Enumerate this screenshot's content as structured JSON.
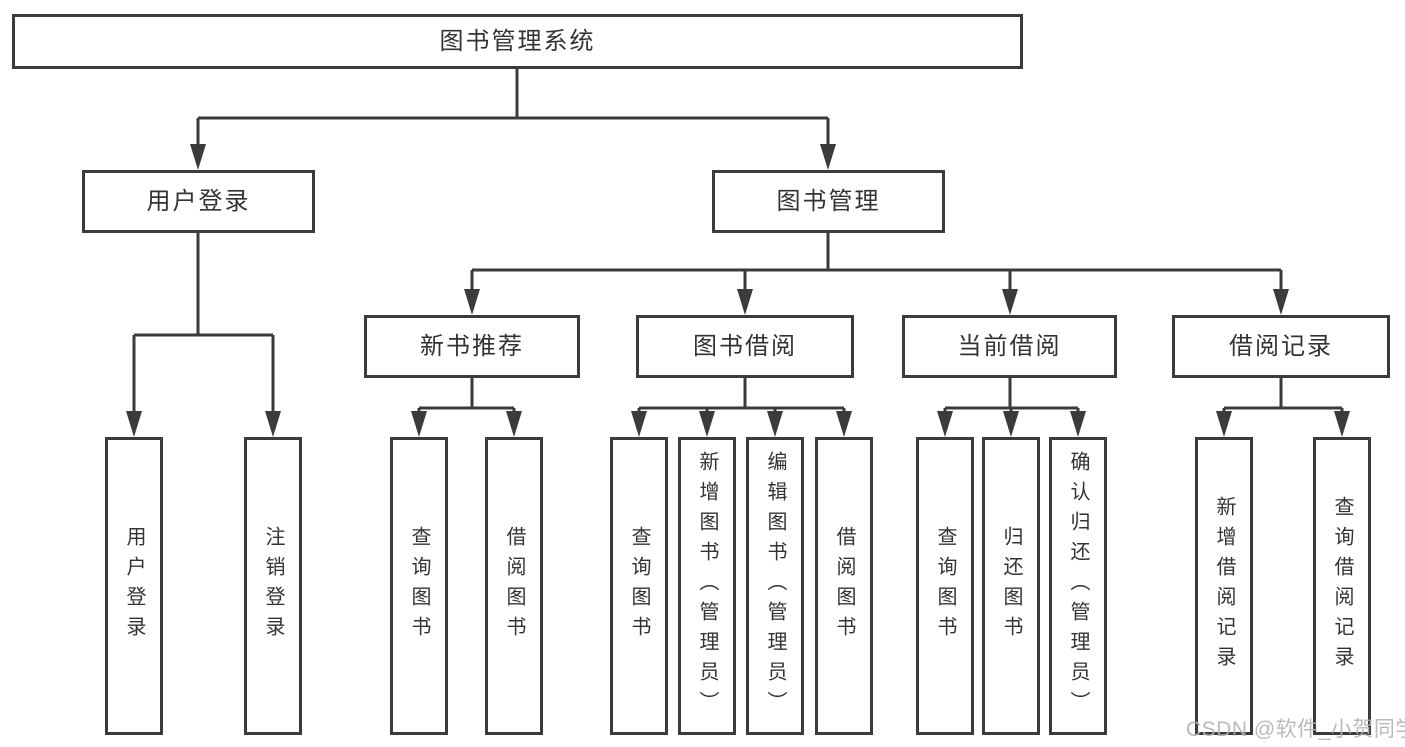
{
  "root": {
    "label": "图书管理系统"
  },
  "level2": [
    {
      "label": "用户登录"
    },
    {
      "label": "图书管理"
    }
  ],
  "level3": [
    {
      "label": "新书推荐"
    },
    {
      "label": "图书借阅"
    },
    {
      "label": "当前借阅"
    },
    {
      "label": "借阅记录"
    }
  ],
  "level4": [
    {
      "label": "用户登录"
    },
    {
      "label": "注销登录"
    },
    {
      "label": "查询图书"
    },
    {
      "label": "借阅图书"
    },
    {
      "label": "查询图书"
    },
    {
      "label": "新增图书（管理员）"
    },
    {
      "label": "编辑图书（管理员）"
    },
    {
      "label": "借阅图书"
    },
    {
      "label": "查询图书"
    },
    {
      "label": "归还图书"
    },
    {
      "label": "确认归还（管理员）"
    },
    {
      "label": "新增借阅记录"
    },
    {
      "label": "查询借阅记录"
    }
  ],
  "watermark": {
    "text": "CSDN @软件_小贺同学"
  },
  "colors": {
    "line": "#3b3b3b",
    "text": "#333333",
    "watermark": "#b3b3b3"
  }
}
